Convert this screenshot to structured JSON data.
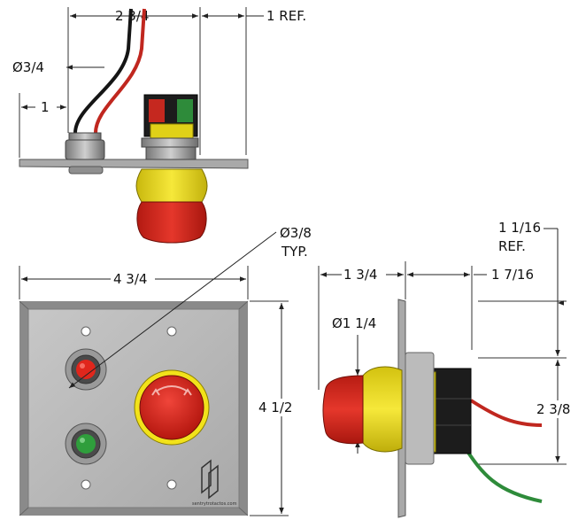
{
  "dimensions": {
    "top_width": "2 3/4",
    "top_ref": "1 REF.",
    "hole_dia": "Ø3/4",
    "offset": "1",
    "led_dia": "Ø3/8",
    "led_typ": "TYP.",
    "plate_width": "4 3/4",
    "plate_height": "4 1/2",
    "side_ref_value": "1 1/16",
    "side_ref_label": "REF.",
    "side_front": "1 3/4",
    "side_rear": "1 7/16",
    "button_dia": "Ø1 1/4",
    "side_height": "2 3/8"
  },
  "plate": {
    "website": "sentrytrotactos.com"
  },
  "colors": {
    "plate_fill": "#b9b9b9",
    "plate_edge": "#8a8a8a",
    "mushroom_red": "#d8271c",
    "collar_yellow": "#f2e21a",
    "led_red": "#e0261c",
    "led_green": "#2f9e3c",
    "wire_red": "#c0271f",
    "wire_green": "#2e8b3a",
    "wire_black": "#151515",
    "contact_block": "#1c1c1c"
  }
}
